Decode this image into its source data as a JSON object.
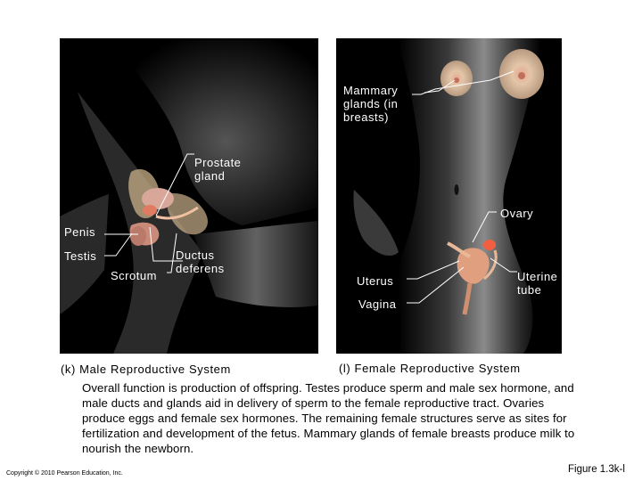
{
  "male_panel": {
    "labels": {
      "prostate": "Prostate gland",
      "penis": "Penis",
      "testis": "Testis",
      "ductus": "Ductus deferens",
      "scrotum": "Scrotum"
    }
  },
  "female_panel": {
    "labels": {
      "mammary": "Mammary glands (in breasts)",
      "ovary": "Ovary",
      "uterus": "Uterus",
      "uterine_tube": "Uterine tube",
      "vagina": "Vagina"
    }
  },
  "captions": {
    "male": "(k) Male Reproductive System",
    "female": "(l) Female Reproductive System"
  },
  "description": "Overall function is production of offspring. Testes produce sperm and male sex hormone, and male ducts and glands aid in delivery of sperm to the female reproductive tract. Ovaries produce eggs and female sex hormones. The remaining female structures serve as sites for fertilization and development of the fetus. Mammary glands of female breasts produce milk to nourish the newborn.",
  "footer": {
    "copyright": "Copyright © 2010 Pearson Education, Inc.",
    "figure": "Figure 1.3k-l"
  }
}
